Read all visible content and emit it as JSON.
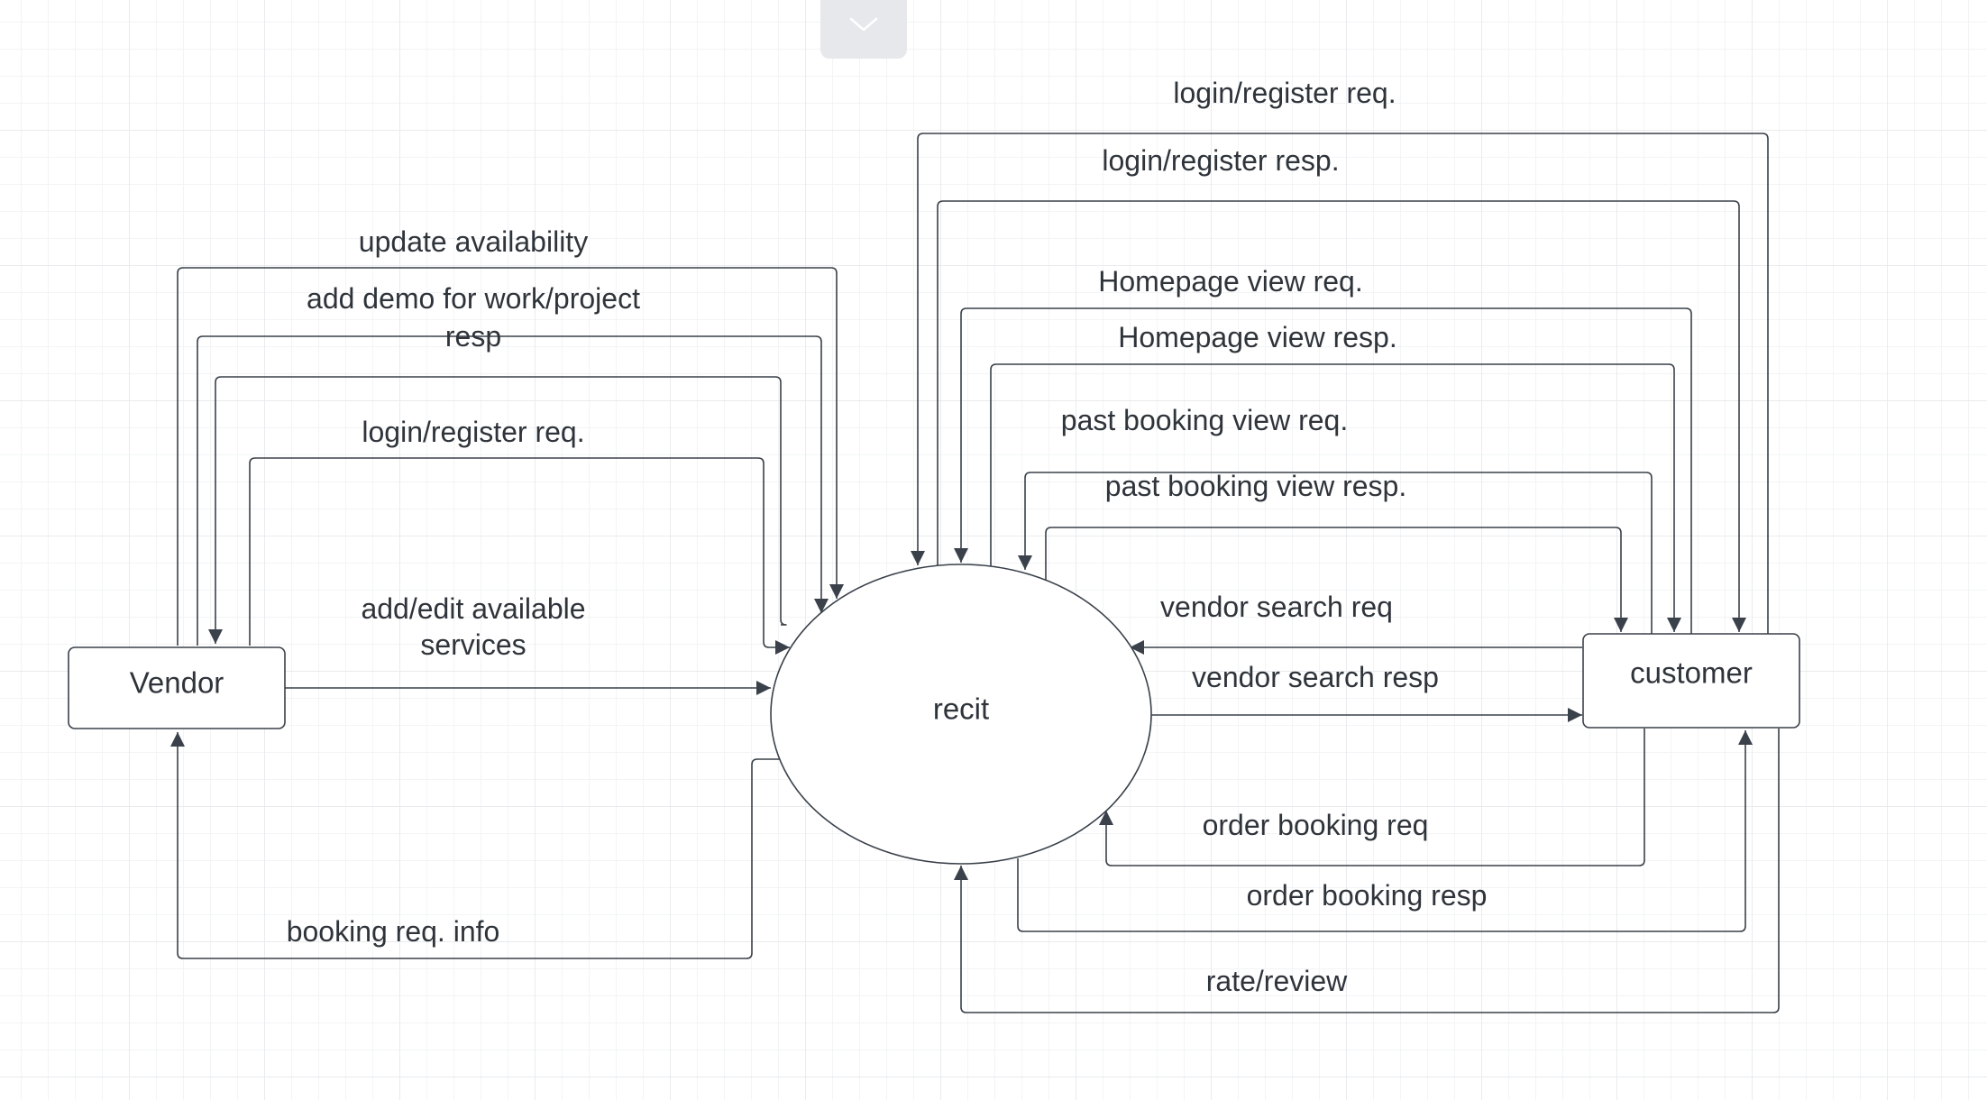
{
  "toolbar": {
    "collapse_icon": "chevron-down-icon"
  },
  "colors": {
    "line": "#3a414a",
    "text": "#2f343b",
    "canvas": "#ffffff",
    "grid": "#e9ebee",
    "collapse_tab": "#e6e8eb"
  },
  "nodes": {
    "vendor": "Vendor",
    "recit": "recit",
    "customer": "customer"
  },
  "flows": {
    "update_availability": "update availability",
    "add_demo_line1": "add demo for work/project",
    "add_demo_line2": "resp",
    "vendor_login_req": "login/register req.",
    "add_edit_line1": "add/edit available",
    "add_edit_line2": "services",
    "booking_req_info": "booking req. info",
    "customer_login_req": "login/register req.",
    "customer_login_resp": "login/register resp.",
    "homepage_req": "Homepage view req.",
    "homepage_resp": "Homepage view resp.",
    "past_booking_req": "past booking view req.",
    "past_booking_resp": "past booking view resp.",
    "vendor_search_req": "vendor search req",
    "vendor_search_resp": "vendor search resp",
    "order_booking_req": "order booking req",
    "order_booking_resp": "order booking resp",
    "rate_review": "rate/review"
  }
}
